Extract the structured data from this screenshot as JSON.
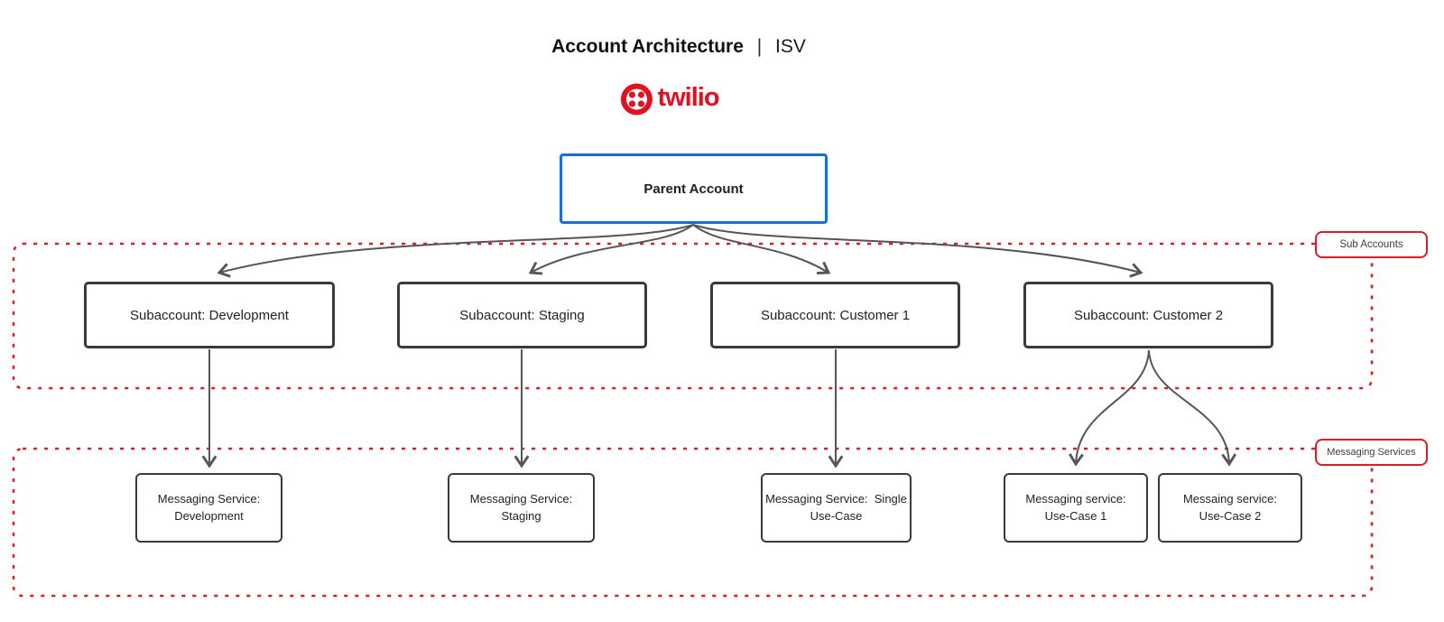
{
  "header": {
    "title_bold": "Account Architecture",
    "title_separator": "|",
    "title_regular": "ISV",
    "logo": {
      "wordmark": "twilio",
      "color": "#e31022"
    }
  },
  "colors": {
    "accent_red": "#e01b24",
    "parent_border_blue": "#1a6fd6",
    "node_border": "#3a3a3a",
    "connector": "#555555"
  },
  "groups": {
    "sub_accounts": {
      "label": "Sub Accounts"
    },
    "messaging_services": {
      "label": "Messaging Services"
    }
  },
  "nodes": {
    "parent": {
      "label": "Parent Account"
    },
    "subaccounts": [
      {
        "label": "Subaccount: Development"
      },
      {
        "label": "Subaccount: Staging"
      },
      {
        "label": "Subaccount: Customer 1"
      },
      {
        "label": "Subaccount: Customer 2"
      }
    ],
    "messaging_services": [
      {
        "line1": "Messaging Service:",
        "line2": "Development"
      },
      {
        "line1": "Messaging Service:",
        "line2": "Staging"
      },
      {
        "line1": "Messaging Service:  Single",
        "line2": "Use-Case"
      },
      {
        "line1": "Messaging service:",
        "line2": "Use-Case 1"
      },
      {
        "line1": "Messaing service:",
        "line2": "Use-Case 2"
      }
    ]
  }
}
